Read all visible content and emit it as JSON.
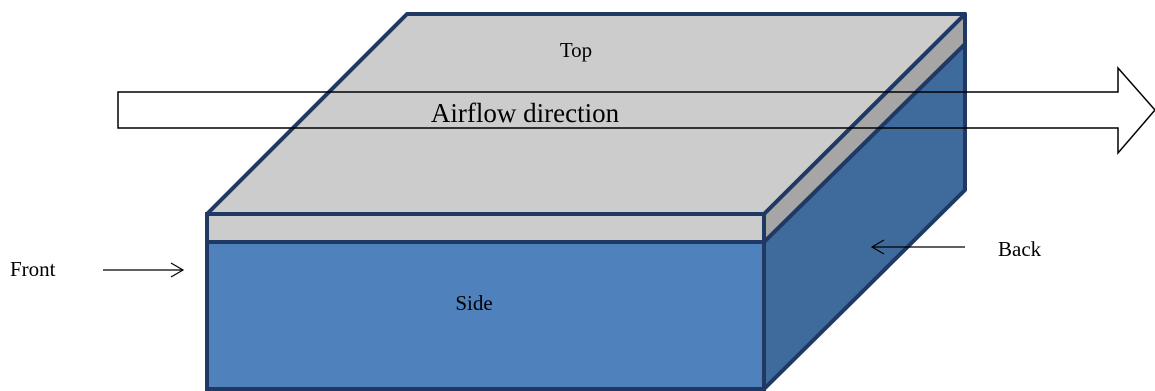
{
  "labels": {
    "top": "Top",
    "side": "Side",
    "front": "Front",
    "back": "Back",
    "airflow": "Airflow direction"
  },
  "colors": {
    "top_surface": "#cccccc",
    "top_edge": "#a6a6a6",
    "side_face": "#4f81bd",
    "back_face": "#3f6a9c",
    "outline": "#1f3864",
    "arrow_stroke": "#000000",
    "arrow_fill": "#ffffff"
  }
}
